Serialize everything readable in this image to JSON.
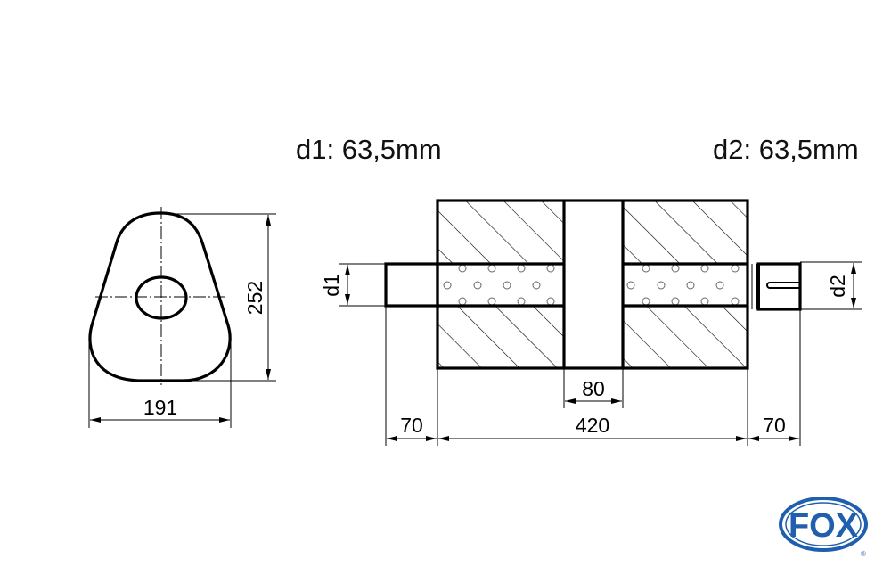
{
  "labels": {
    "d1": "d1: 63,5mm",
    "d2": "d2: 63,5mm"
  },
  "cross_section": {
    "shape": "triangular-oval",
    "width_label": "191",
    "height_label": "252"
  },
  "side_view": {
    "pipe_inlet_label": "d1",
    "pipe_outlet_label": "d2",
    "inlet_length_label": "70",
    "body_length_label": "420",
    "center_chamber_label": "80",
    "outlet_length_label": "70"
  },
  "logo": {
    "text": "FOX",
    "registered": "®",
    "color": "#1f5fad"
  }
}
